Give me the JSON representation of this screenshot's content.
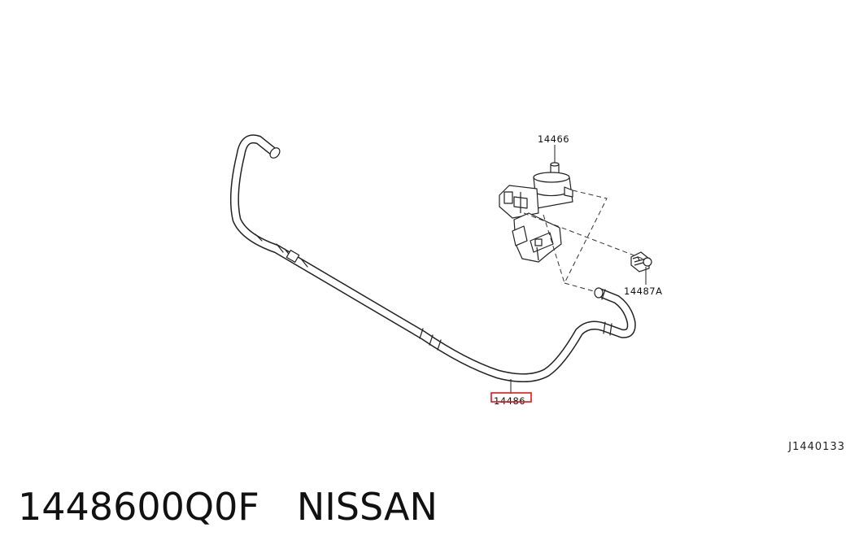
{
  "diagram": {
    "callouts": {
      "valve": "14466",
      "bolt": "14487A",
      "hose": "14486"
    },
    "reference_code": "J1440133",
    "highlight_color": "#e8141c"
  },
  "caption": {
    "part_number": "1448600Q0F",
    "brand": "NISSAN"
  }
}
